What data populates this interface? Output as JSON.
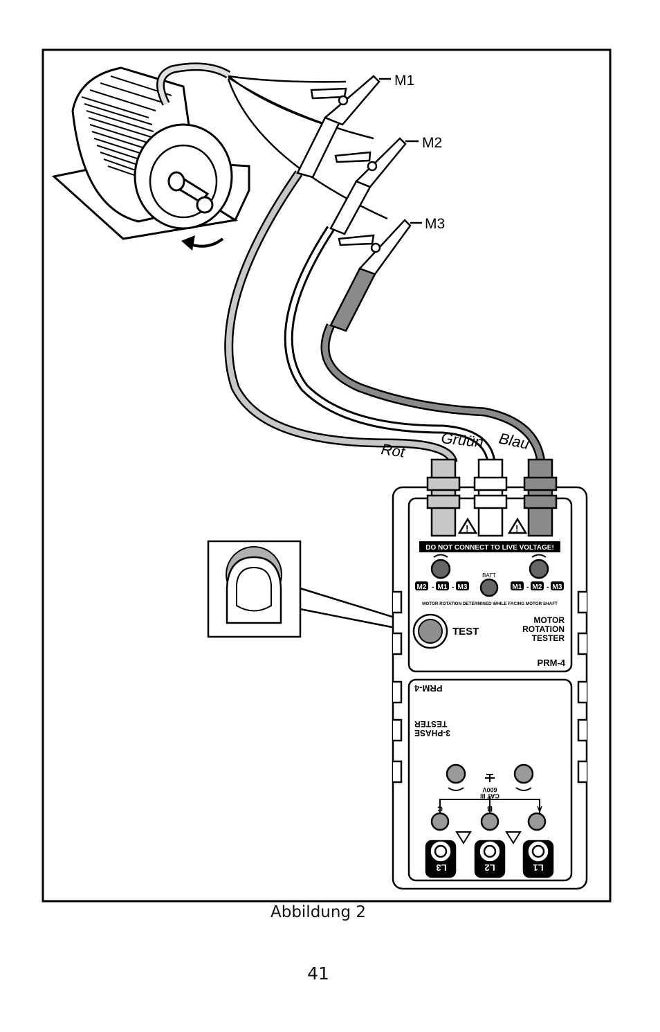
{
  "figure": {
    "caption": "Abbildung 2",
    "page_number": "41",
    "motor_leads": [
      "M1",
      "M2",
      "M3"
    ],
    "cable_labels": {
      "red": "Rot",
      "green": "Grüün",
      "blue": "Blau"
    },
    "device": {
      "warning": "DO NOT CONNECT TO LIVE VOLTAGE!",
      "batt": "BATT",
      "seq_left": [
        "M2",
        "M1",
        "M3"
      ],
      "seq_right": [
        "M1",
        "M2",
        "M3"
      ],
      "sep": "-",
      "note": "MOTOR ROTATION DETERMINED WHILE FACING MOTOR SHAFT",
      "test": "TEST",
      "title_lines": [
        "MOTOR",
        "ROTATION",
        "TESTER"
      ],
      "model": "PRM-4",
      "lower_model": "PRM-4",
      "lower_title_lines": [
        "3-PHASE",
        "TESTER"
      ],
      "phase_letters": [
        "C",
        "B",
        "A"
      ],
      "cat": "CAT III",
      "volt": "600V",
      "terminals": [
        "L3",
        "L2",
        "L1"
      ]
    },
    "colors": {
      "red_cable": "#c8c8c8",
      "green_cable": "#ffffff",
      "blue_cable": "#8a8a8a"
    }
  }
}
